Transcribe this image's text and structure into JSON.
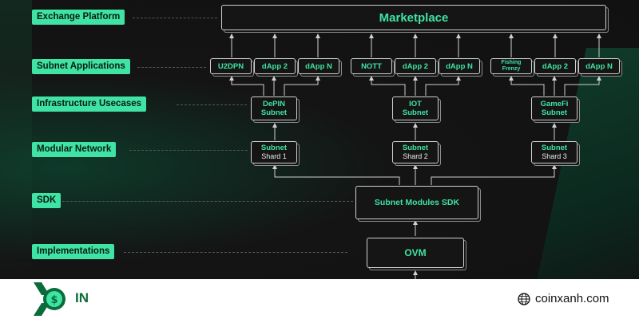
{
  "layers": {
    "exchange": "Exchange Platform",
    "subnet_apps": "Subnet Applications",
    "infra": "Infrastructure Usecases",
    "modular": "Modular Network",
    "sdk": "SDK",
    "impl": "Implementations"
  },
  "marketplace": "Marketplace",
  "apps": {
    "group1": [
      "U2DPN",
      "dApp 2",
      "dApp N"
    ],
    "group2": [
      "NOTT",
      "dApp 2",
      "dApp N"
    ],
    "group3_first_line1": "Fishing",
    "group3_first_line2": "Frenzy",
    "group3": [
      "dApp 2",
      "dApp N"
    ]
  },
  "infra": [
    {
      "line1": "DePIN",
      "line2": "Subnet"
    },
    {
      "line1": "IOT",
      "line2": "Subnet"
    },
    {
      "line1": "GameFi",
      "line2": "Subnet"
    }
  ],
  "shards": [
    {
      "line1": "Subnet",
      "line2": "Shard 1"
    },
    {
      "line1": "Subnet",
      "line2": "Shard 2"
    },
    {
      "line1": "Subnet",
      "line2": "Shard 3"
    }
  ],
  "sdk_box": "Subnet Modules SDK",
  "ovm_box": "OVM",
  "footer": {
    "logo_letters": "IN",
    "site": "coinxanh.com"
  },
  "colors": {
    "accent": "#3fe3a3",
    "background": "#141414",
    "brand": "#0a6b3b"
  }
}
